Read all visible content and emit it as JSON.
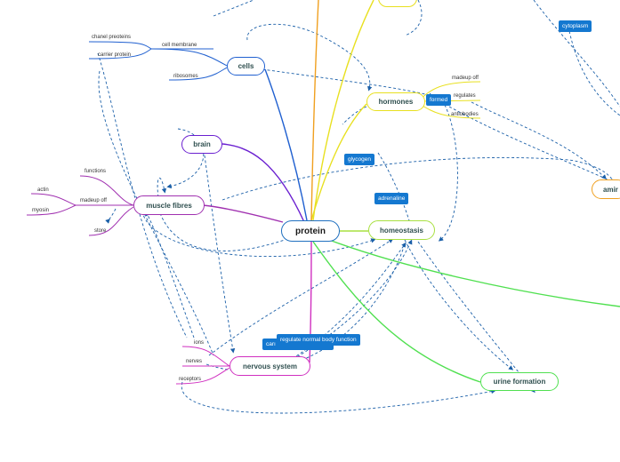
{
  "central": "protein",
  "branches": {
    "cells": "cells",
    "brain": "brain",
    "muscle_fibres": "muscle fibres",
    "hormones": "hormones",
    "homeostasis": "homeostasis",
    "nervous_system": "nervous system",
    "urine_formation": "urine formation",
    "amino_partial": "amir"
  },
  "leaves": {
    "cell_membrane": "cell membrane",
    "chanel_proteins": "chanel preoteins",
    "carrier_protein": "carrier protein",
    "ribosomes": "ribosomes",
    "functions": "functions",
    "madeup_off_muscle": "madeup off",
    "actin": "actin",
    "myosin": "myosin",
    "store": "store",
    "madeup_off_hormones": "madeup off",
    "regulates": "regulates",
    "antibodies": "antiobodies",
    "ions": "ions",
    "nerves": "nerves",
    "receptors": "receptors"
  },
  "relations": {
    "cytoplasm": "cytoplasm",
    "formed": "formed",
    "glycogen": "glycogen",
    "adrenaline": "adrenaline",
    "carries_partial": "carı",
    "regulate_body": "regulate normal body function"
  },
  "colors": {
    "cells": "#2060d0",
    "brain": "#6a1fd0",
    "muscle": "#a030b0",
    "hormones": "#e8e020",
    "homeostasis": "#a8e040",
    "nervous": "#d030c0",
    "urine": "#50e050",
    "amino": "#f0a020",
    "relation": "#1478d0"
  }
}
